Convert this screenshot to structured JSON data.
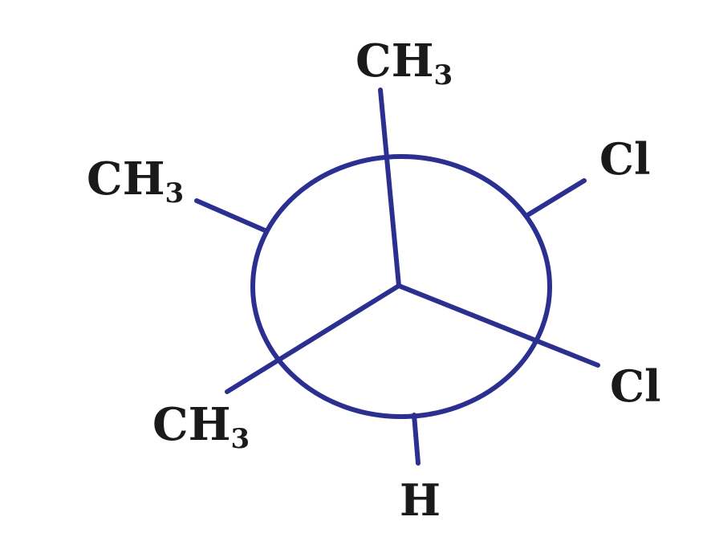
{
  "newman": {
    "front_top": "CH",
    "front_top_sub": "3",
    "front_bottom_right": "Cl",
    "front_bottom_left": "CH",
    "front_bottom_left_sub": "3",
    "back_top_left": "CH",
    "back_top_left_sub": "3",
    "back_top_right": "Cl",
    "back_bottom": "H"
  },
  "colors": {
    "bond": "#2b2f8f",
    "text": "#1a1a1a"
  }
}
